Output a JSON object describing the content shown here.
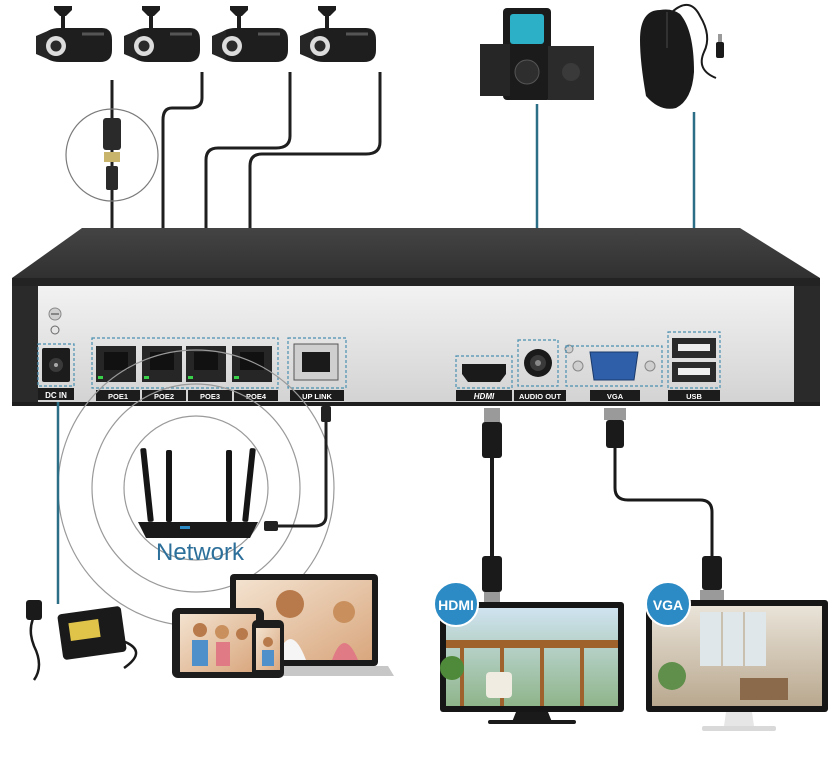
{
  "nvr": {
    "ports": {
      "dc_in": "DC IN",
      "poe1": "POE1",
      "poe2": "POE2",
      "poe3": "POE3",
      "poe4": "POE4",
      "uplink": "UP LINK",
      "hdmi": "HDMI",
      "audio_out": "AUDIO OUT",
      "vga": "VGA",
      "usb": "USB"
    }
  },
  "network": {
    "label": "Network"
  },
  "monitors": {
    "hdmi_badge": "HDMI",
    "vga_badge": "VGA"
  },
  "colors": {
    "cable": "#1f1f1f",
    "signal_line": "#2b6f86",
    "chassis_top": "#3a3a3a",
    "panel": "#e4e4e4",
    "badge": "#2c8bc4",
    "dashed_box": "#4a8fb0"
  },
  "icons": [
    "bullet-camera-icon",
    "speaker-icon",
    "mouse-icon",
    "router-icon",
    "power-adapter-icon",
    "laptop-icon",
    "tablet-icon",
    "phone-icon",
    "monitor-icon"
  ]
}
